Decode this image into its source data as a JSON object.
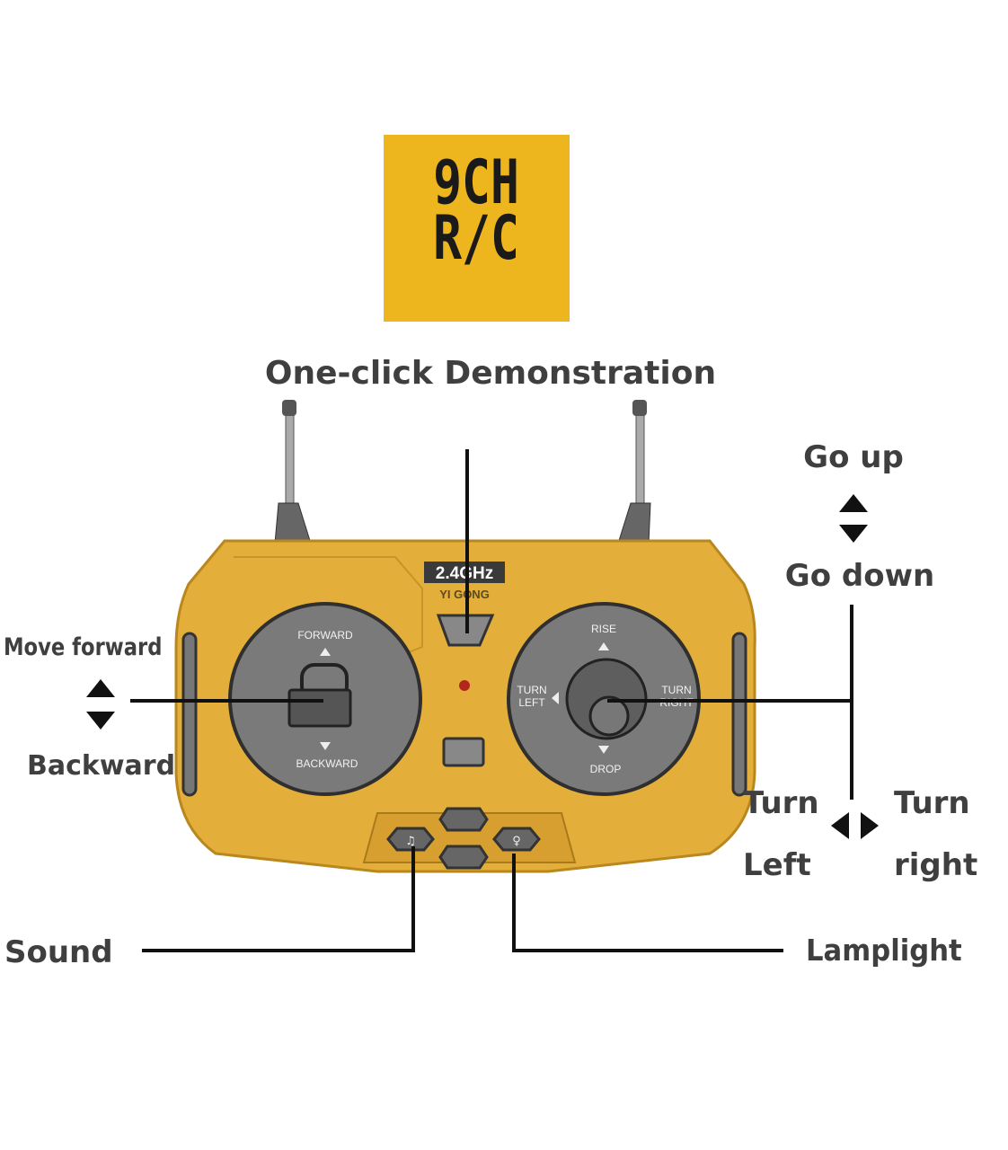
{
  "badge": {
    "line1": "9CH",
    "line2": "R/C",
    "color": "#EDB61F"
  },
  "labels": {
    "demo": "One-click Demonstration",
    "go_up": "Go up",
    "go_down": "Go down",
    "move_forward": "Move forward",
    "backward": "Backward",
    "turn_left_1": "Turn",
    "turn_left_2": "Left",
    "turn_right_1": "Turn",
    "turn_right_2": "right",
    "sound": "Sound",
    "lamplight": "Lamplight"
  },
  "controller": {
    "freq": "2.4GHz",
    "brand": "YI GONG",
    "left_dial": {
      "top": "FORWARD",
      "bottom": "BACKWARD"
    },
    "right_dial": {
      "top": "RISE",
      "bottom": "DROP",
      "left1": "TURN",
      "left2": "LEFT",
      "right1": "TURN",
      "right2": "RIGHT"
    },
    "body_color": "#E3AE3A",
    "dial_color": "#7a7a7a"
  }
}
